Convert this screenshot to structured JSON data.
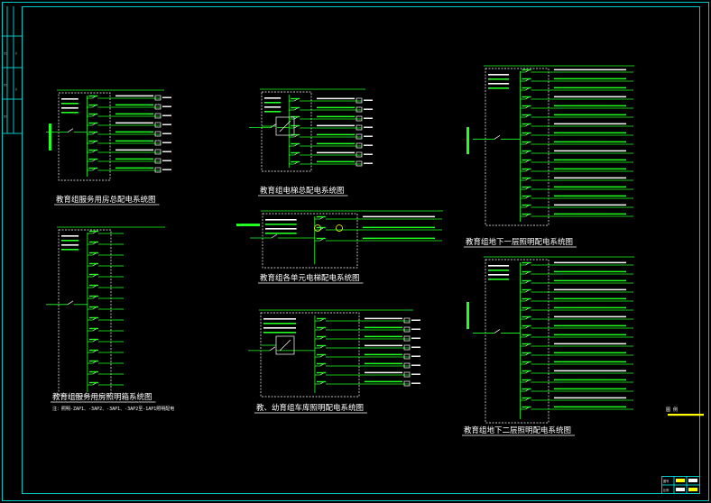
{
  "drawing": {
    "diagrams": [
      {
        "id": "d1",
        "title": "教育组服务用房总配电系统图",
        "note": ""
      },
      {
        "id": "d2",
        "title": "教育组服务用房照明箱系统图",
        "note": "注：照明-ZAP1、-3AP2、-3AP1、-3AP2至-1AP1照明配电"
      },
      {
        "id": "d3",
        "title": "教育组电梯总配电系统图",
        "note": ""
      },
      {
        "id": "d4",
        "title": "教育组各单元电梯配电系统图",
        "note": ""
      },
      {
        "id": "d5",
        "title": "教、幼育组车库照明配电系统图",
        "note": ""
      },
      {
        "id": "d6",
        "title": "教育组地下一层照明配电系统图",
        "note": ""
      },
      {
        "id": "d7",
        "title": "教育组地下二层照明配电系统图",
        "note": ""
      }
    ],
    "legend_label": "图 例",
    "colors": {
      "frame": "#00c8c8",
      "circuit": "#22ff22",
      "annotation": "#ffffff",
      "highlight": "#ffff00"
    }
  }
}
